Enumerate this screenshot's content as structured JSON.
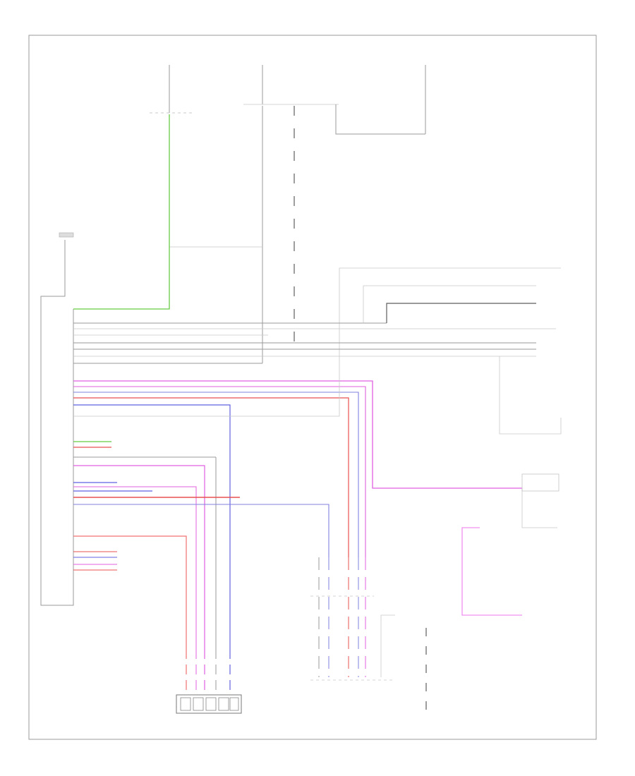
{
  "diagram": {
    "page_code": "",
    "top_sources": [
      {
        "id": "src-left",
        "title": ""
      },
      {
        "id": "src-mid",
        "title": ""
      },
      {
        "id": "src-right",
        "title": ""
      }
    ],
    "components": {
      "left_module_caption": "",
      "bottom_left_connector_caption": "",
      "bottom_mid_connector_caption": "",
      "ground_caption": "",
      "right_speaker_caption": ""
    },
    "colors": {
      "green": "#66cc44",
      "magenta": "#e060e0",
      "red": "#e85050",
      "blue": "#6060e0",
      "pink": "#f090f0",
      "gray": "#9a9a9a",
      "dark": "#5e5e5e"
    }
  }
}
